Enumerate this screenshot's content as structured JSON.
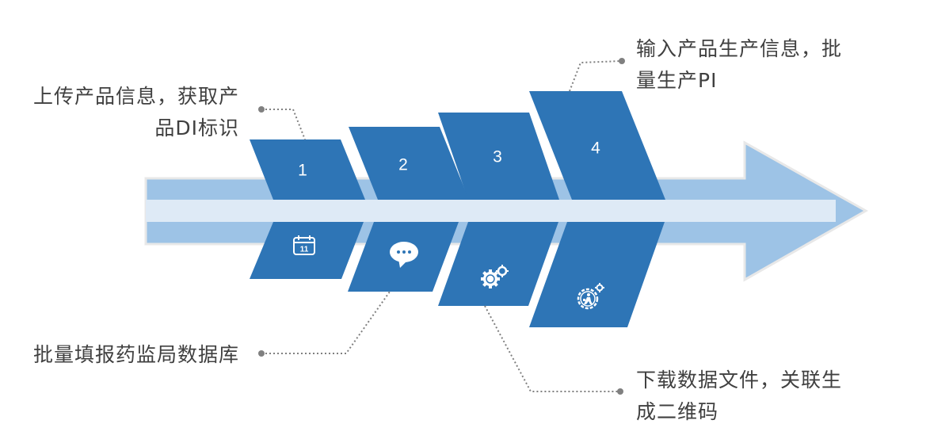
{
  "diagram": {
    "type": "process-arrow",
    "colors": {
      "step_fill": "#2E75B6",
      "arrow_fill": "#9DC3E6",
      "stripe_fill": "#DEEAF6",
      "connector": "#808080",
      "text": "#404040"
    },
    "steps": [
      {
        "number": "1",
        "icon": "calendar-icon",
        "icon_text": "11"
      },
      {
        "number": "2",
        "icon": "chat-bubble-icon"
      },
      {
        "number": "3",
        "icon": "gears-icon"
      },
      {
        "number": "4",
        "icon": "worker-gear-icon"
      }
    ],
    "labels": {
      "step1": {
        "line1": "上传产品信息，获取产",
        "line2": "品DI标识"
      },
      "step2": {
        "line1": "批量填报药监局数据库"
      },
      "step3": {
        "line1": "下载数据文件，关联生",
        "line2": "成二维码"
      },
      "step4": {
        "line1": "输入产品生产信息，批",
        "line2": "量生产PI"
      }
    }
  }
}
